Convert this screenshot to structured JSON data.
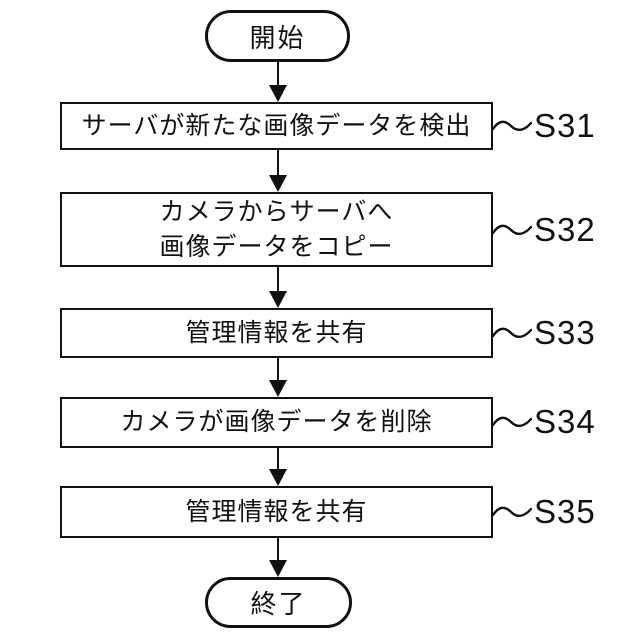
{
  "diagram": {
    "type": "flowchart",
    "orientation": "top-down",
    "colors": {
      "background": "#ffffff",
      "line": "#111111",
      "text": "#111111"
    },
    "start": {
      "label": "開始"
    },
    "end": {
      "label": "終了"
    },
    "steps": [
      {
        "id": "S31",
        "lines": [
          "サーバが新たな画像データを検出"
        ]
      },
      {
        "id": "S32",
        "lines": [
          "カメラからサーバへ",
          "画像データをコピー"
        ]
      },
      {
        "id": "S33",
        "lines": [
          "管理情報を共有"
        ]
      },
      {
        "id": "S34",
        "lines": [
          "カメラが画像データを削除"
        ]
      },
      {
        "id": "S35",
        "lines": [
          "管理情報を共有"
        ]
      }
    ]
  }
}
